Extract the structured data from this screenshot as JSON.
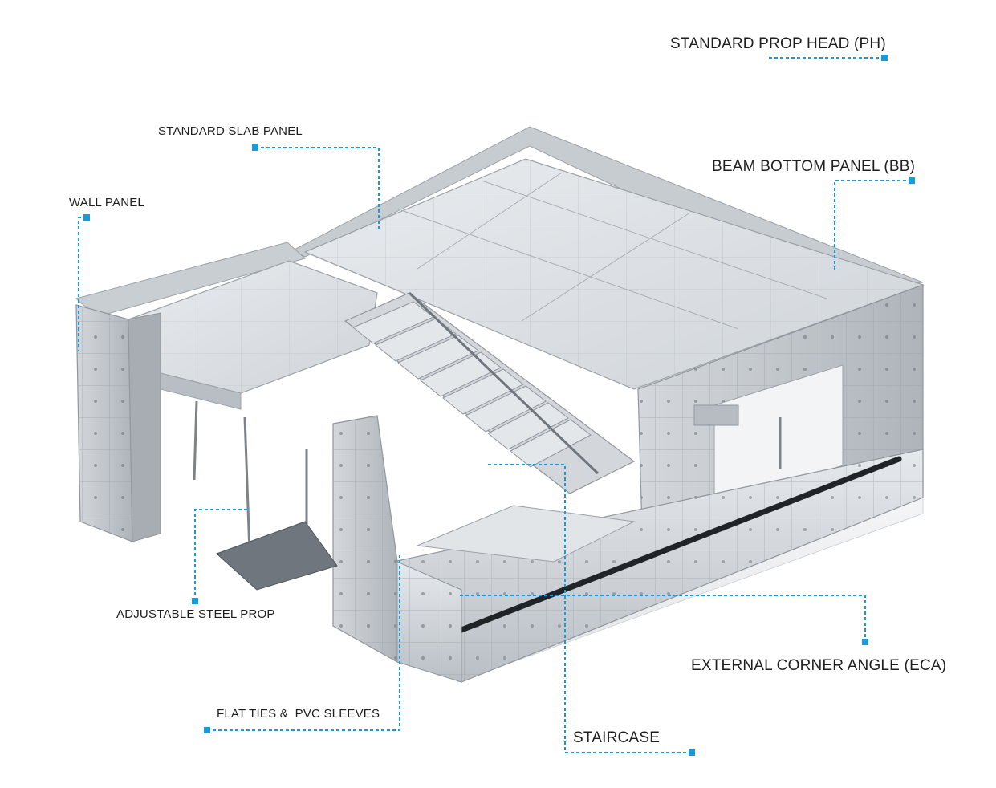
{
  "diagram": {
    "labels": {
      "prop_head": "STANDARD PROP HEAD (PH)",
      "slab_panel": "STANDARD SLAB PANEL",
      "beam_bottom": "BEAM BOTTOM PANEL (BB)",
      "wall_panel": "WALL PANEL",
      "steel_prop": "ADJUSTABLE STEEL PROP",
      "eca": "EXTERNAL CORNER ANGLE (ECA)",
      "flat_ties": "FLAT TIES &  PVC SLEEVES",
      "staircase": "STAIRCASE"
    },
    "colors": {
      "leader": "#1a9ad6",
      "metal_light": "#e2e5e8",
      "metal_mid": "#c4c9ce",
      "metal_dark": "#8f969d",
      "text": "#1e1e1e"
    }
  }
}
